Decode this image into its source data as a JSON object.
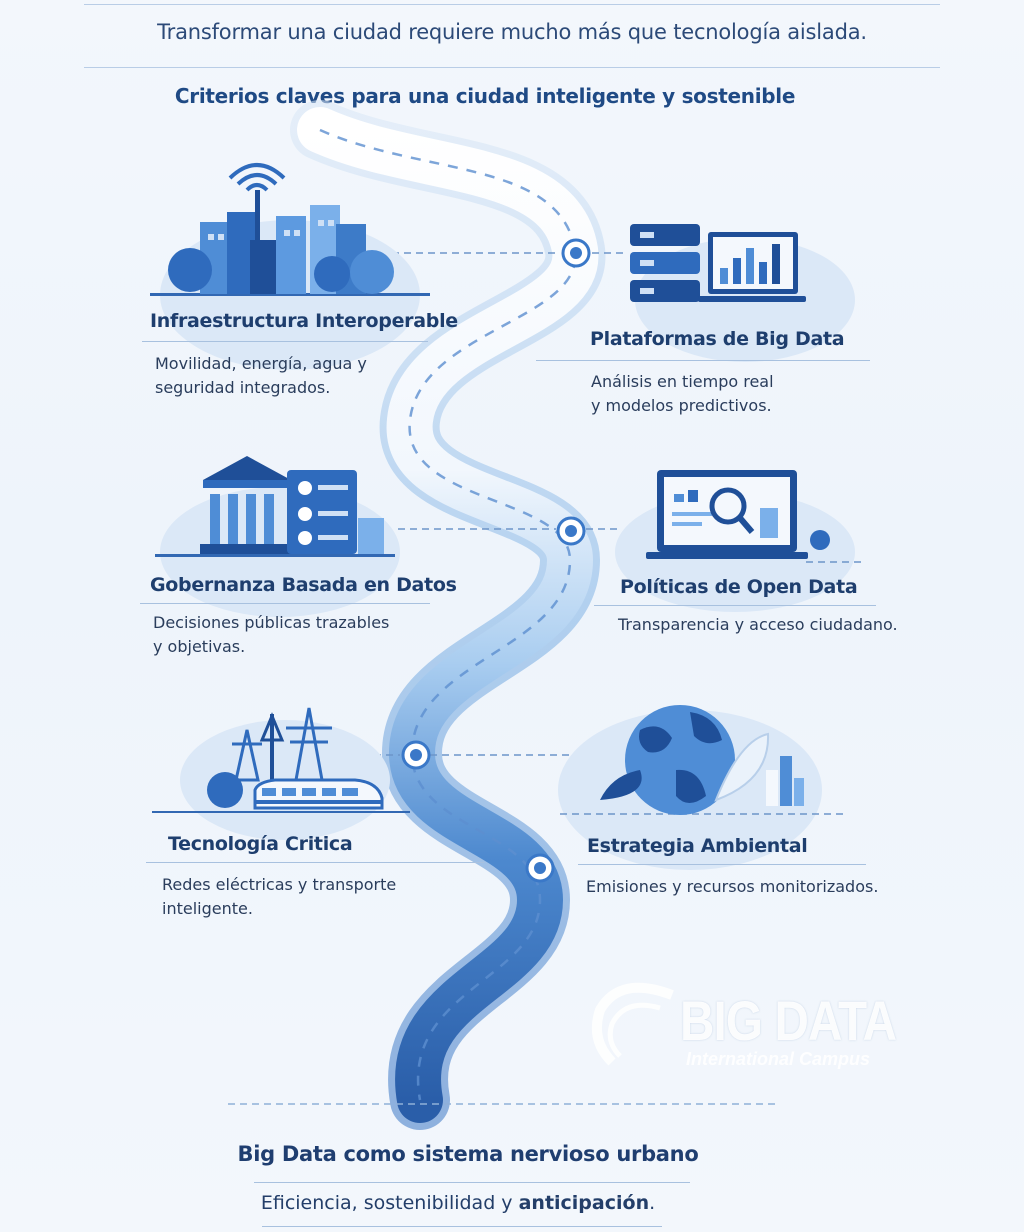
{
  "header": {
    "intro": "Transformar una ciudad requiere mucho más que tecnología aislada.",
    "subtitle": "Criterios claves para una ciudad inteligente y sostenible"
  },
  "criteria": [
    {
      "title": "Infraestructura Interoperable",
      "description": "Movilidad, energía, agua y\nseguridad integrados.",
      "icon": "smart-city-buildings-icon"
    },
    {
      "title": "Plataformas de Big Data",
      "description": "Análisis en tiempo real\ny modelos predictivos.",
      "icon": "servers-dashboard-icon"
    },
    {
      "title": "Gobernanza Basada en Datos",
      "description": "Decisiones públicas trazables\ny objetivas.",
      "icon": "government-checklist-icon"
    },
    {
      "title": "Políticas de Open Data",
      "description": "Transparencia y acceso ciudadano.",
      "icon": "laptop-search-icon"
    },
    {
      "title": "Tecnología Critica",
      "description": "Redes eléctricas y transporte\ninteligente.",
      "icon": "power-grid-train-icon"
    },
    {
      "title": "Estrategia Ambiental",
      "description": "Emisiones y recursos monitorizados.",
      "icon": "globe-leaf-icon"
    }
  ],
  "footer": {
    "title": "Big Data como sistema nervioso urbano",
    "subtitle_plain": "Eficiencia, sostenibilidad y ",
    "subtitle_bold": "anticipación",
    "subtitle_end": "."
  },
  "watermark": {
    "main": "BIG DATA",
    "sub": "International Campus"
  },
  "colors": {
    "road_dark": "#2e64b4",
    "road_mid": "#7fb2e5",
    "road_light": "#ffffff",
    "node": "#3a78c8",
    "title": "#1e3e6e"
  }
}
